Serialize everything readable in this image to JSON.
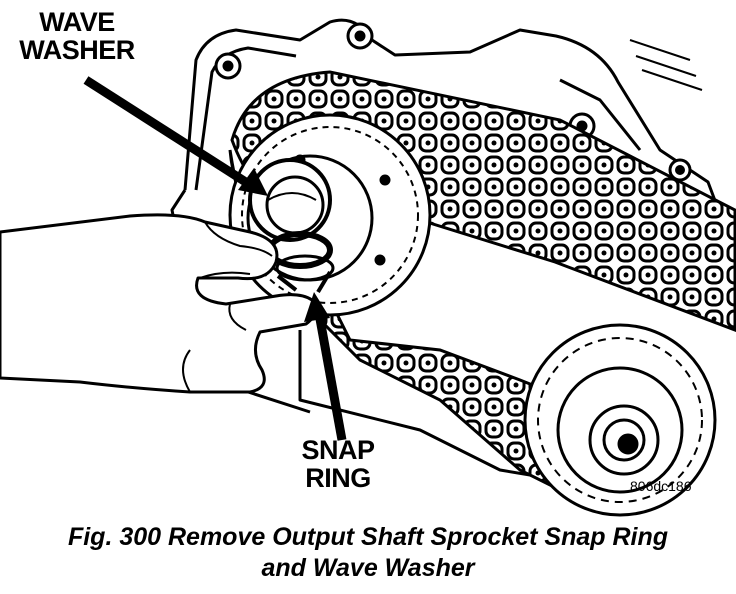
{
  "callouts": {
    "wave_washer": [
      "WAVE",
      "WASHER"
    ],
    "snap_ring": [
      "SNAP",
      "RING"
    ]
  },
  "figure_id": "806dc186",
  "caption": {
    "line1": "Fig. 300 Remove Output Shaft Sprocket Snap Ring",
    "line2": "and Wave Washer"
  },
  "icons": [
    "transfer-case-housing",
    "drive-chain",
    "output-shaft-sprocket",
    "front-sprocket",
    "hand"
  ]
}
